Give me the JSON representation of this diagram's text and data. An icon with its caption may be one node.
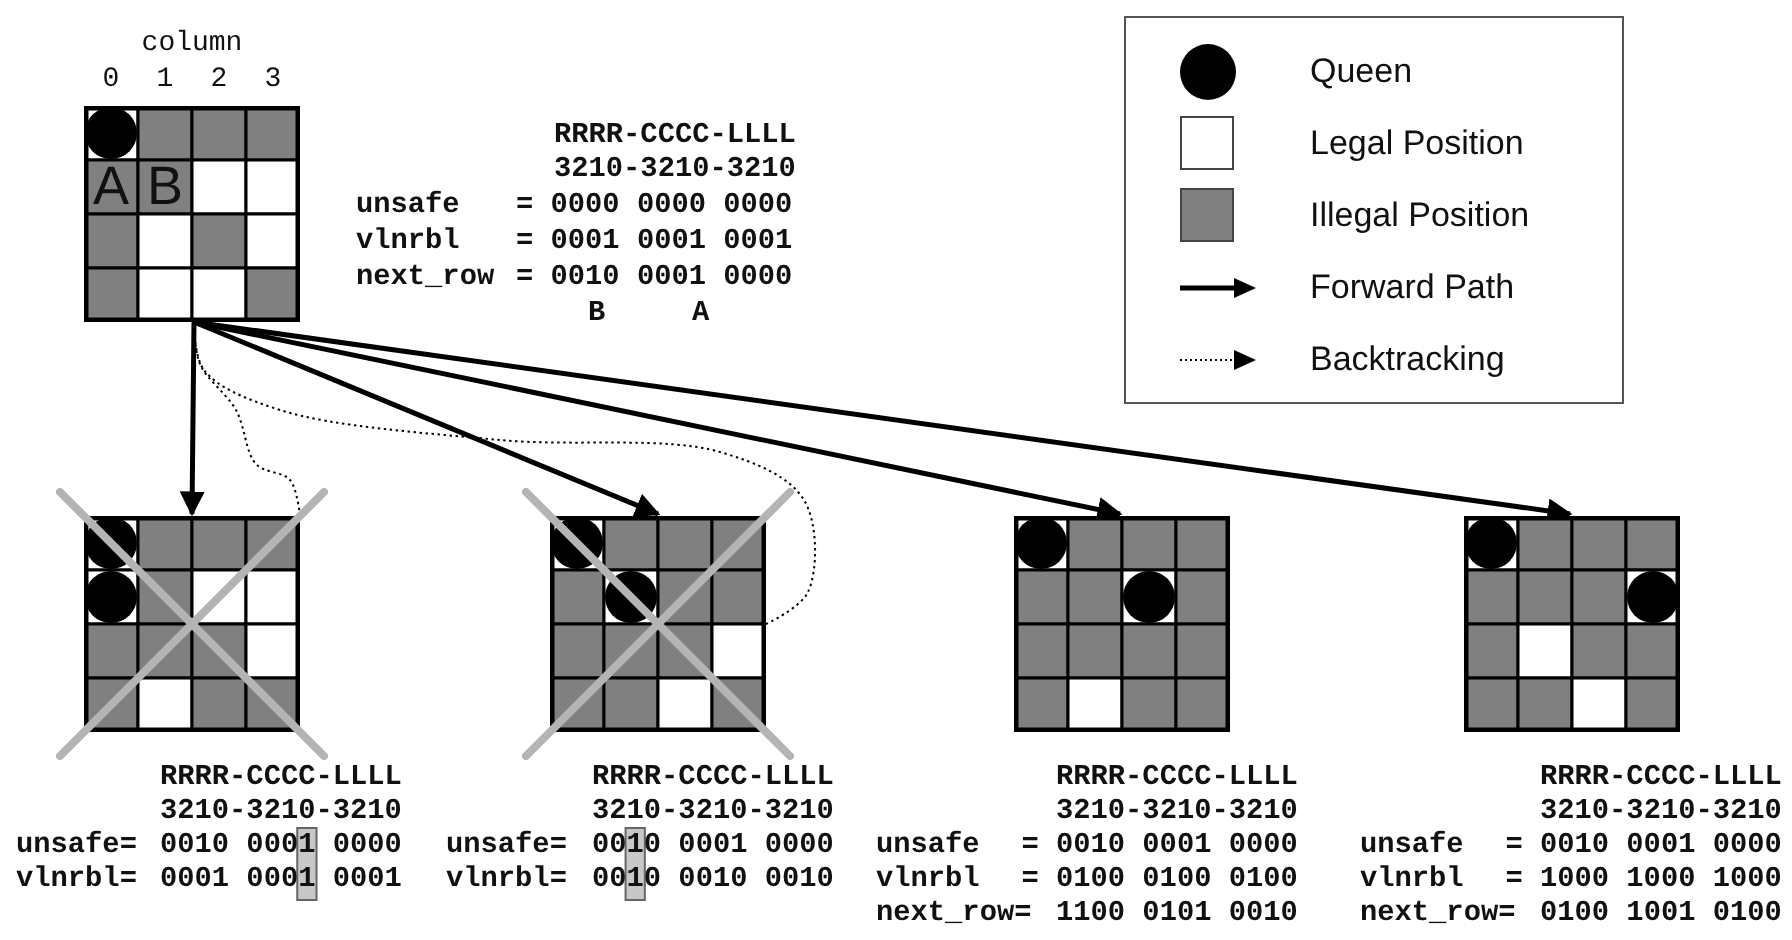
{
  "diagram": {
    "nodes": [
      {
        "text": [
          "A",
          "B"
        ],
        "beside": [
          "column",
          "0",
          "1",
          "2",
          "3",
          "RRRR-CCCC-LLLL",
          "3210-3210-3210",
          "unsafe",
          "= 0000 0000 0000",
          "vlnrbl",
          "= 0001 0001 0001",
          "next_row",
          "= 0010 0001 0000",
          "B",
          "A"
        ]
      },
      {
        "text": [],
        "shape": "box",
        "beside": [
          "RRRR-CCCC-LLLL",
          "3210-3210-3210",
          "unsafe=",
          "0010 0001 0000",
          "vlnrbl=",
          "0001 0001 0001"
        ]
      },
      {
        "text": [],
        "shape": "box",
        "beside": [
          "RRRR-CCCC-LLLL",
          "3210-3210-3210",
          "unsafe=",
          "0010 0001 0000",
          "vlnrbl=",
          "0010 0010 0010"
        ]
      },
      {
        "text": [],
        "shape": "box",
        "beside": [
          "RRRR-CCCC-LLLL",
          "3210-3210-3210",
          "unsafe",
          "= 0010 0001 0000",
          "vlnrbl",
          "= 0100 0100 0100",
          "next_row=",
          "1100 0101 0010"
        ]
      },
      {
        "text": [],
        "shape": "box",
        "beside": [
          "RRRR-CCCC-LLLL",
          "3210-3210-3210",
          "unsafe",
          "= 0010 0001 0000",
          "vlnrbl",
          "= 1000 1000 1000",
          "next_row=",
          "0100 1001 0100"
        ]
      }
    ],
    "edges": [
      {
        "from": 0,
        "to": 1,
        "arrow": "to"
      },
      {
        "from": 0,
        "to": 2,
        "arrow": "to"
      },
      {
        "from": 0,
        "to": 3,
        "arrow": "to"
      },
      {
        "from": 0,
        "to": 4,
        "arrow": "to"
      },
      {
        "from": 1,
        "to": 0,
        "arrow": "none",
        "style": "dashed"
      },
      {
        "from": 2,
        "to": 0,
        "arrow": "none",
        "style": "dashed"
      }
    ],
    "legend": [
      {
        "text": "Queen"
      },
      {
        "text": "Legal Position",
        "color": "#ffffff"
      },
      {
        "text": "Illegal Position",
        "color": "#808080"
      },
      {
        "text": "Forward Path"
      },
      {
        "text": "Backtracking"
      }
    ]
  }
}
